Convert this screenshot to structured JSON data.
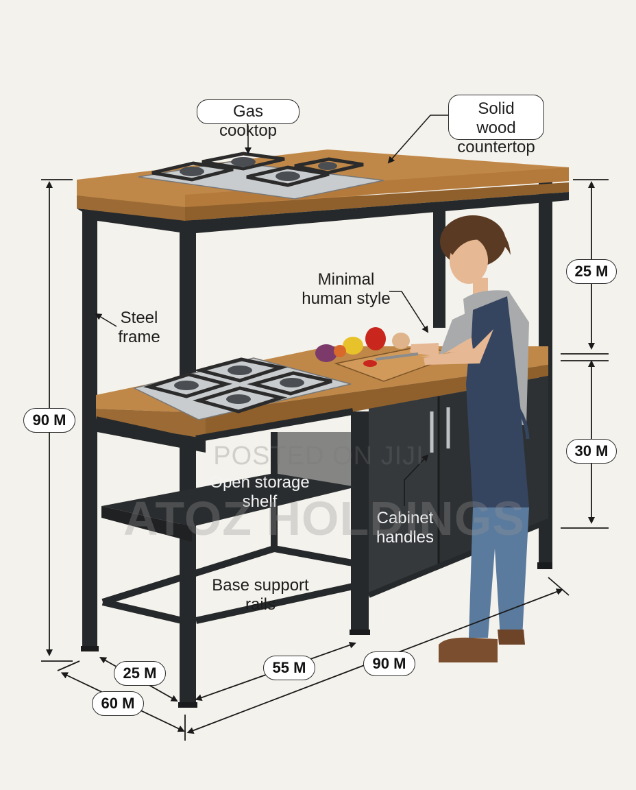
{
  "labels": {
    "gas_cooktop": "Gas cooktop",
    "solid_wood_line1": "Solid wood",
    "solid_wood_line2": "countertop",
    "minimal_line1": "Minimal",
    "minimal_line2": "human style",
    "steel_line1": "Steel",
    "steel_line2": "frame",
    "open_storage_line1": "Open storage",
    "open_storage_line2": "shelf",
    "cabinet_line1": "Cabinet",
    "cabinet_line2": "handles",
    "base_support_line1": "Base support",
    "base_support_line2": "rails"
  },
  "dimensions": {
    "total_height": "90 M",
    "upper_gap": "25 M",
    "lower_height": "30 M",
    "side_depth": "25 M",
    "overall_depth": "60 M",
    "shelf_width": "55 M",
    "overall_width": "90 M"
  },
  "watermarks": {
    "posted": "POSTED ON JIJI",
    "brand": "ATOZ HOLDINGS"
  },
  "colors": {
    "frame": "#26292b",
    "wood": "#c08848",
    "wood_dark": "#9c6b35",
    "cabinet": "#2e3133",
    "cooktop": "#c9ccce",
    "apron": "#35455f",
    "shirt": "#a8aaab",
    "jeans": "#5a7b9e"
  }
}
